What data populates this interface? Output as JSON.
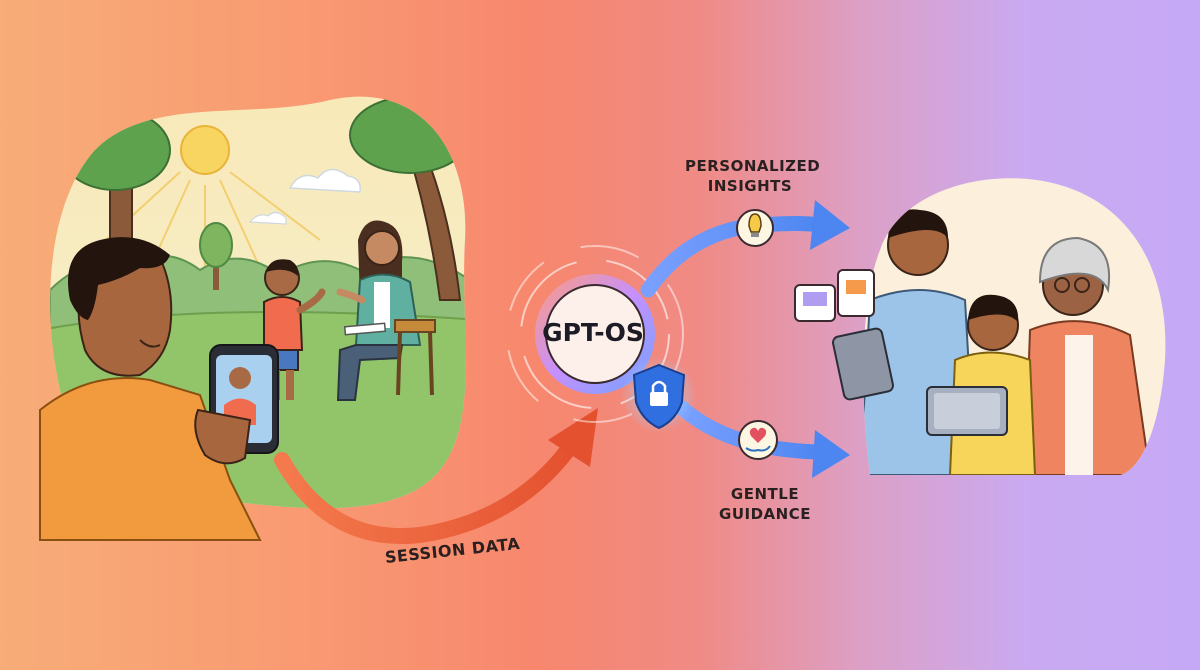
{
  "hub": {
    "label": "GPT-OS"
  },
  "labels": {
    "session_data": "SESSION DATA",
    "personalized_insights_line1": "PERSONALIZED",
    "personalized_insights_line2": "INSIGHTS",
    "gentle_guidance_line1": "GENTLE",
    "gentle_guidance_line2": "GUIDANCE"
  },
  "icons": [
    "lightbulb-icon",
    "heart-hand-icon",
    "shield-lock-icon",
    "sun-icon",
    "smartphone-icon",
    "tablet-icon",
    "message-bubble-icon"
  ],
  "colors": {
    "background_left": "#f7ad78",
    "background_mid": "#f7876e",
    "background_right": "#c6a9f6",
    "session_arrow": "#ee6a3f",
    "insight_arrow": "#5b8ff0",
    "shield": "#2f6fe0",
    "hub_ring": "#d9a7ff"
  }
}
